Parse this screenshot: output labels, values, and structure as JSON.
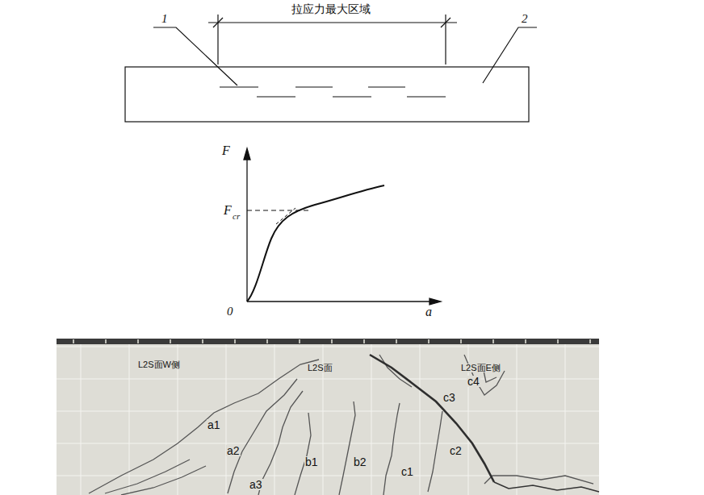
{
  "diagram": {
    "labels": [
      "拉应力最大区域",
      "1",
      "2",
      "F",
      "F",
      "cr",
      "0",
      "a",
      "L2S面W侧",
      "L2S面",
      "L2S面E侧",
      "a1",
      "a2",
      "a3",
      "b1",
      "b2",
      "c1",
      "c2",
      "c3",
      "c4"
    ]
  }
}
